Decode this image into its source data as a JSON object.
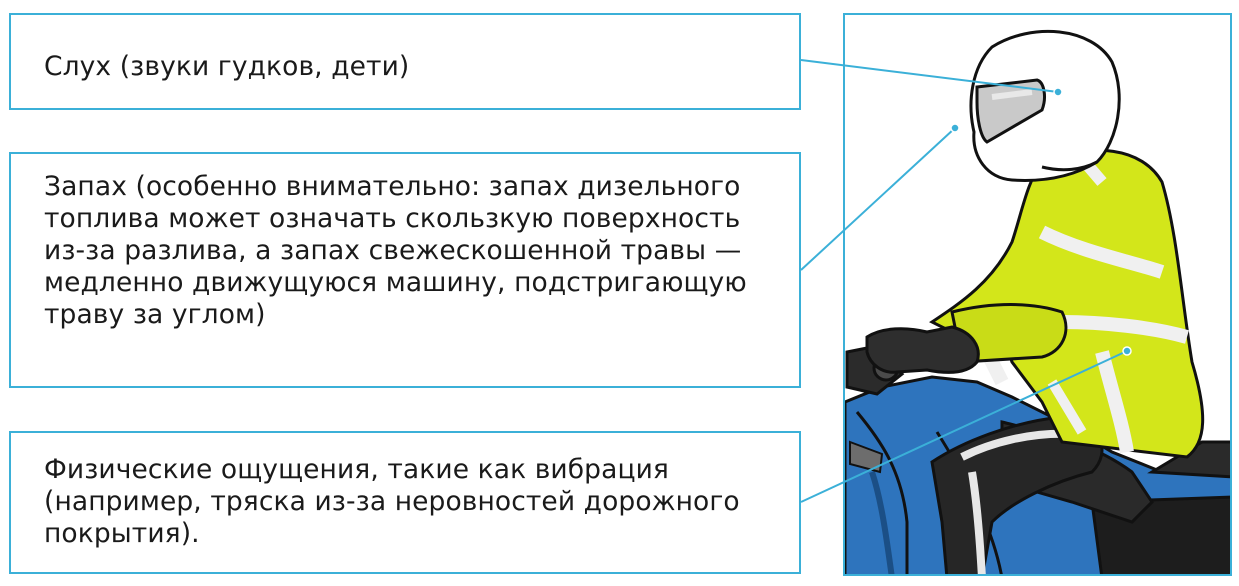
{
  "labels": {
    "hearing": "Слух (звуки гудков, дети)",
    "smell": "Запах (особенно внимательно: запах дизельного топлива может означать скользкую поверхность из-за разлива, а запах свежескошенной травы — медленно движущуюся машину, подстригающую траву за углом)",
    "physical": "Физические ощущения, такие как вибрация (например, тряска из-за неровностей дорожного покрытия)."
  },
  "colors": {
    "frame": "#3bb0d8",
    "jacket": "#d3e61a",
    "bike": "#2e74bd",
    "helmet": "#ffffff"
  }
}
